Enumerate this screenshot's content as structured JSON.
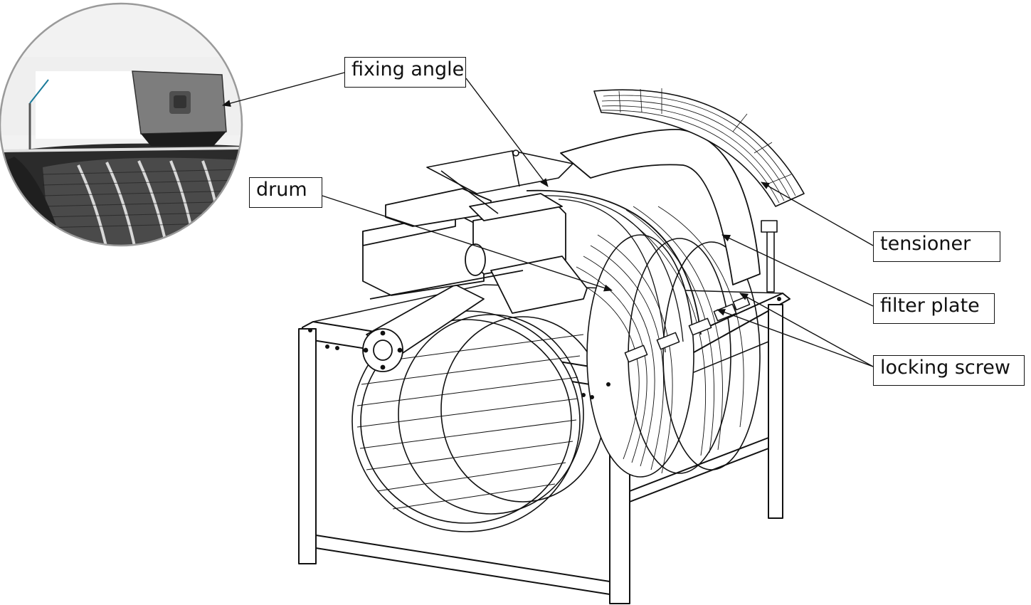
{
  "labels": {
    "fixing_angle": "fixing angle",
    "drum": "drum",
    "tensioner": "tensioner",
    "filter_plate": "filter plate",
    "locking_screw": "locking screw"
  },
  "colors": {
    "line": "#111111",
    "metal_dark": "#3a3a3a",
    "metal_mid": "#8a8a8a",
    "metal_light": "#e6e6e6",
    "panel": "#ffffff",
    "detail_bg": "#d9d9d9"
  }
}
